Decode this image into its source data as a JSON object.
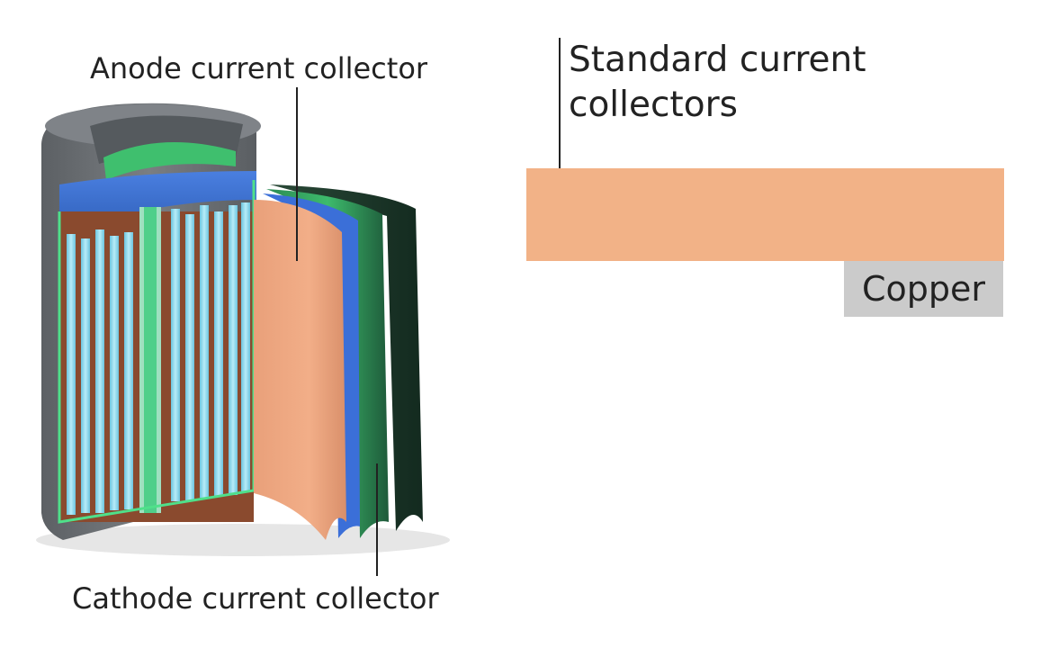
{
  "diagram": {
    "anode_label": "Anode current collector",
    "cathode_label": "Cathode current collector",
    "standard_title": "Standard current collectors",
    "copper_label": "Copper",
    "colors": {
      "copper": "#f2b287",
      "copper_label_bg": "#cbcbcb",
      "separator_blue": "#3a6fd0",
      "cathode_green": "#2fae5c",
      "casing_gray": "#6b6f73",
      "electrode_cyan": "#8fd3e8"
    }
  }
}
